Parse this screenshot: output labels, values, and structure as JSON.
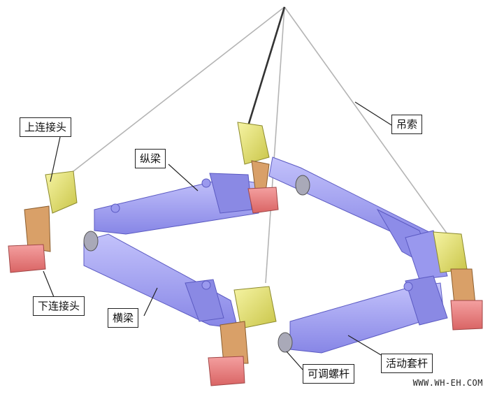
{
  "labels": {
    "upper_connector": "上连接头",
    "longitudinal_beam": "纵梁",
    "sling": "吊索",
    "lower_connector": "下连接头",
    "cross_beam": "横梁",
    "adjustable_screw": "可调螺杆",
    "sliding_sleeve": "活动套杆"
  },
  "watermark": "WWW.WH-EH.COM",
  "colors": {
    "beam": "#a7a6f4",
    "beam_dark": "#6f6ed6",
    "upper_connector": "#e9e77a",
    "lower_connector": "#ec8686",
    "link_arm": "#d9a068",
    "sling": "#b4b4b4"
  }
}
